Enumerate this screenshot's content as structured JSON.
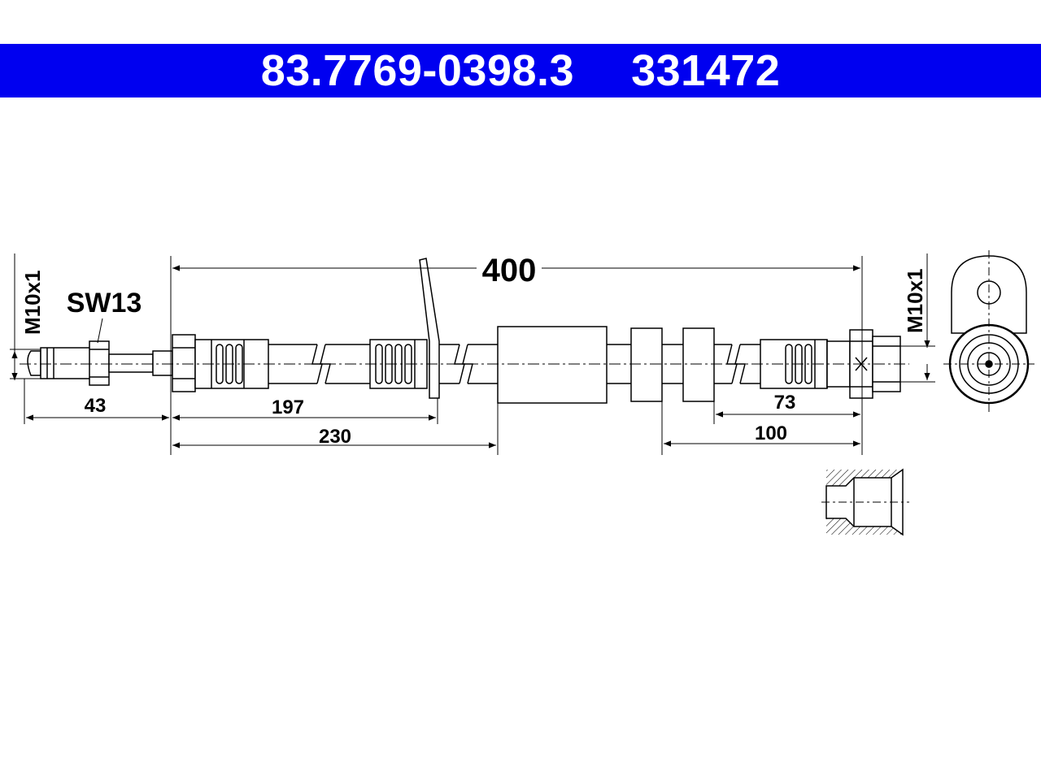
{
  "header": {
    "part_number": "83.7769-0398.3",
    "article_number": "331472",
    "background_color": "#0000f0",
    "text_color": "#ffffff"
  },
  "diagram": {
    "thread_left": "M10x1",
    "thread_right": "M10x1",
    "wrench_size": "SW13",
    "dimensions": {
      "total_length": "400",
      "left_fitting": "43",
      "to_bracket": "197",
      "to_sleeve": "230",
      "right_short": "73",
      "right_long": "100"
    }
  }
}
